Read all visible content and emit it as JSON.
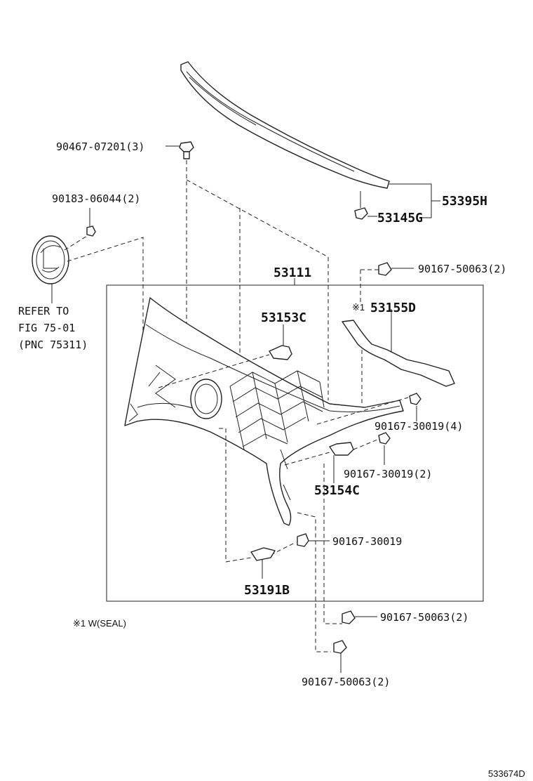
{
  "labels": {
    "p90467": "90467-07201(3)",
    "p90183": "90183-06044(2)",
    "p53395": "53395H",
    "p53145": "53145G",
    "p53111": "53111",
    "p9016750063_top": "90167-50063(2)",
    "p53155": "53155D",
    "p53155_mark": "※1",
    "p53153": "53153C",
    "p9016730019_4": "90167-30019(4)",
    "p9016730019_2": "90167-30019(2)",
    "p53154": "53154C",
    "p9016730019": "90167-30019",
    "p53191": "53191B",
    "p9016750063_mid": "90167-50063(2)",
    "p9016750063_bot": "90167-50063(2)"
  },
  "refer": {
    "line1": "REFER TO",
    "line2": "FIG 75-01",
    "line3": "(PNC 75311)"
  },
  "footnote": "※1 W(SEAL)",
  "diagram_id": "533674D"
}
